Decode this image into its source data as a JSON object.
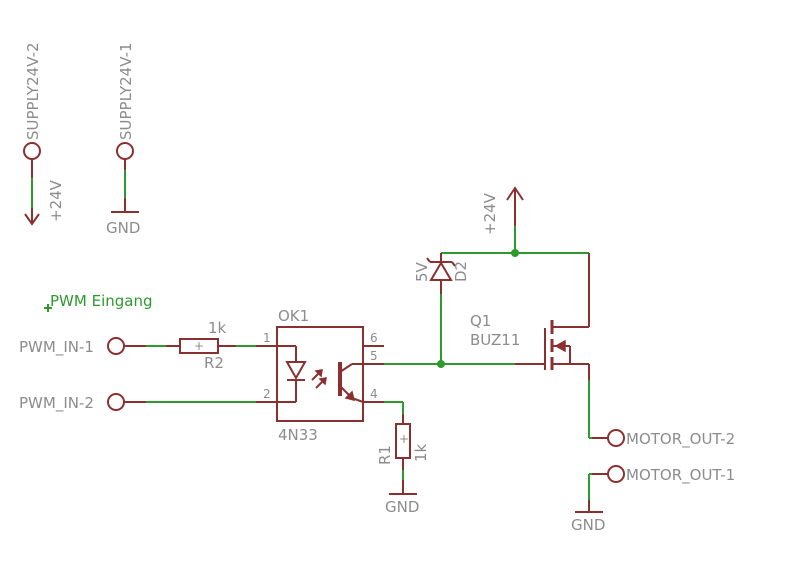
{
  "supply": {
    "supply2_label": "SUPPLY24V-2",
    "supply1_label": "SUPPLY24V-1",
    "plus24_left": "+24V",
    "gnd_supply1": "GND"
  },
  "note": {
    "text": "PWM Eingang"
  },
  "inputs": {
    "pwm_in1": "PWM_IN-1",
    "pwm_in2": "PWM_IN-2"
  },
  "r2": {
    "name": "R2",
    "value": "1k",
    "plus": "+"
  },
  "r1": {
    "name": "R1",
    "value": "1k",
    "plus": "+"
  },
  "ok1": {
    "name": "OK1",
    "part": "4N33",
    "pins": {
      "p1": "1",
      "p2": "2",
      "p4": "4",
      "p5": "5",
      "p6": "6"
    }
  },
  "d2": {
    "name": "D2",
    "value": "5V"
  },
  "q1": {
    "name": "Q1",
    "part": "BUZ11"
  },
  "power": {
    "plus24_right": "+24V"
  },
  "outputs": {
    "motor_out2": "MOTOR_OUT-2",
    "motor_out1": "MOTOR_OUT-1"
  },
  "grounds": {
    "gnd_r1": "GND",
    "gnd_motor": "GND"
  },
  "colors": {
    "wire": "#2e9a2e",
    "symbol": "#8a3030",
    "text": "#8c8c8c"
  }
}
